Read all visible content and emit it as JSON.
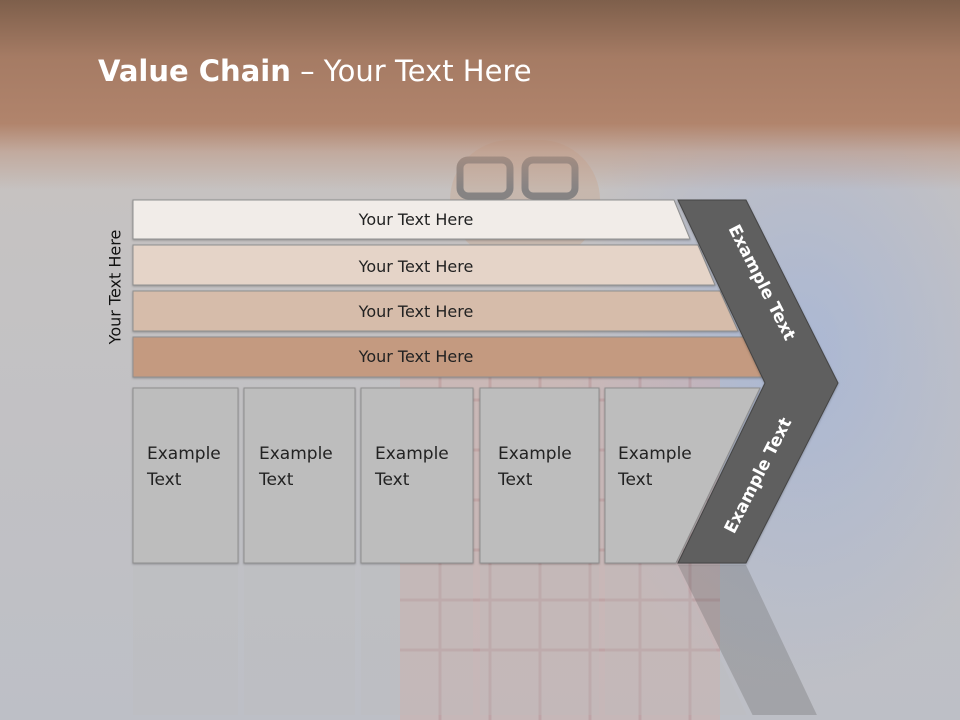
{
  "slide": {
    "title_bold": "Value Chain",
    "title_rest": " – Your Text Here",
    "side_label": "Your Text Here"
  },
  "bands": [
    {
      "label": "Your Text Here",
      "color": "#f1ece8"
    },
    {
      "label": "Your Text Here",
      "color": "#e5d4c8"
    },
    {
      "label": "Your Text Here",
      "color": "#d6bcaa"
    },
    {
      "label": "Your Text Here",
      "color": "#c49a80"
    }
  ],
  "columns": [
    {
      "line1": "Example",
      "line2": "Text"
    },
    {
      "line1": "Example",
      "line2": "Text"
    },
    {
      "line1": "Example",
      "line2": "Text"
    },
    {
      "line1": "Example",
      "line2": "Text"
    },
    {
      "line1": "Example",
      "line2": "Text"
    }
  ],
  "chevron": {
    "upper_label": "Example Text",
    "lower_label": "Example Text",
    "color": "#5e5e5e"
  }
}
